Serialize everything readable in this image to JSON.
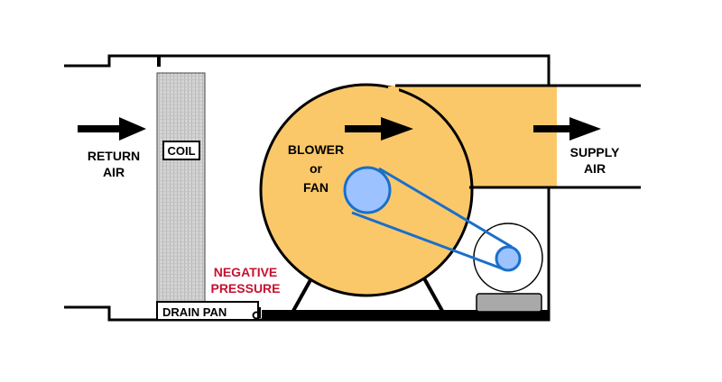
{
  "diagram": {
    "labels": {
      "return_air": [
        "RETURN",
        "AIR"
      ],
      "coil": "COIL",
      "blower": [
        "BLOWER",
        "or",
        "FAN"
      ],
      "supply_air": [
        "SUPPLY",
        "AIR"
      ],
      "negative_pressure": [
        "NEGATIVE",
        "PRESSURE"
      ],
      "drain_pan": "DRAIN PAN"
    },
    "colors": {
      "blower_fill": "#FBC869",
      "supply_duct_fill": "#FBC869",
      "pulley_fill": "#9CC3FF",
      "belt": "#1A6FC9",
      "coil_fill": "#CFCFCF",
      "motor_base": "#A9A9A9",
      "warning_text": "#C8102E",
      "outline": "#000000"
    }
  }
}
